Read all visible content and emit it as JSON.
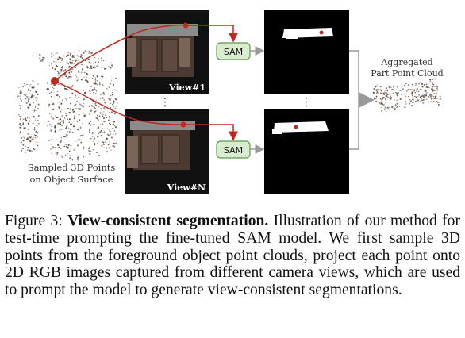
{
  "figure": {
    "views": [
      {
        "label": "View#1",
        "prompt_module": "SAM"
      },
      {
        "label": "View#N",
        "prompt_module": "SAM"
      }
    ],
    "ellipsis": "⋮",
    "left_caption": [
      "Sampled 3D Points",
      "on Object Surface"
    ],
    "right_caption": [
      "Aggregated",
      "Part Point Cloud"
    ],
    "colors": {
      "prompt_point": "#c0281e",
      "sam_box_fill": "#d9ecd0",
      "sam_box_stroke": "#5e9a49",
      "flow_arrow": "#9a9a9a",
      "point_cloud": "#5a4438",
      "render_bg": "#111111",
      "mask_bg": "#000000"
    }
  },
  "caption": {
    "label": "Figure 3:",
    "title": "View-consistent segmentation.",
    "body": "Illustration of our method for test-time prompting the fine-tuned SAM model. We first sample 3D points from the foreground object point clouds, project each point onto 2D RGB images captured from different camera views, which are used to prompt the model to generate view-consistent segmentations."
  }
}
